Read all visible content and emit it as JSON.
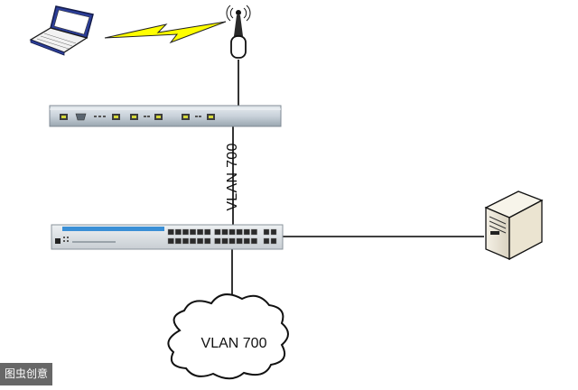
{
  "diagram": {
    "link_label": "VLAN 700",
    "cloud_label": "VLAN 700",
    "watermark": "图虫创意",
    "colors": {
      "bolt": "#ffff00",
      "device_body": "#c9d2da",
      "switch_stripe": "#3a8fd6",
      "line": "#000000"
    },
    "icons": [
      "laptop-icon",
      "wireless-antenna-icon",
      "router-icon",
      "switch-icon",
      "server-icon",
      "cloud-icon"
    ]
  }
}
